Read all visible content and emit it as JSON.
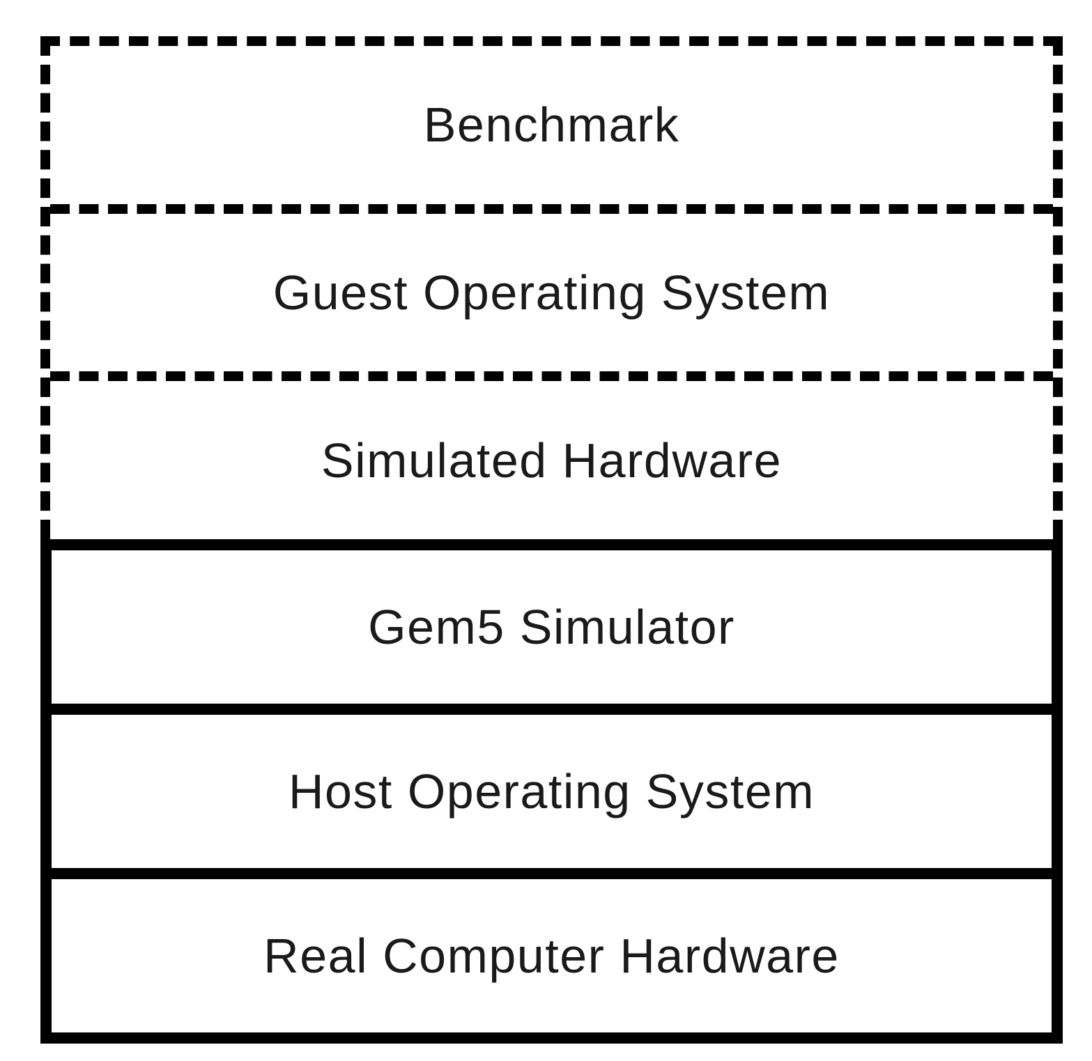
{
  "diagram": {
    "type": "layer-stack",
    "colors": {
      "border": "#000000",
      "background": "#ffffff",
      "text": "#1a1a1a"
    },
    "layers": [
      {
        "label": "Benchmark",
        "border_style": "dashed",
        "group": "simulated"
      },
      {
        "label": "Guest Operating System",
        "border_style": "dashed",
        "group": "simulated"
      },
      {
        "label": "Simulated Hardware",
        "border_style": "dashed",
        "group": "simulated"
      },
      {
        "label": "Gem5 Simulator",
        "border_style": "solid",
        "group": "real"
      },
      {
        "label": "Host Operating System",
        "border_style": "solid",
        "group": "real"
      },
      {
        "label": "Real Computer Hardware",
        "border_style": "solid",
        "group": "real"
      }
    ]
  }
}
